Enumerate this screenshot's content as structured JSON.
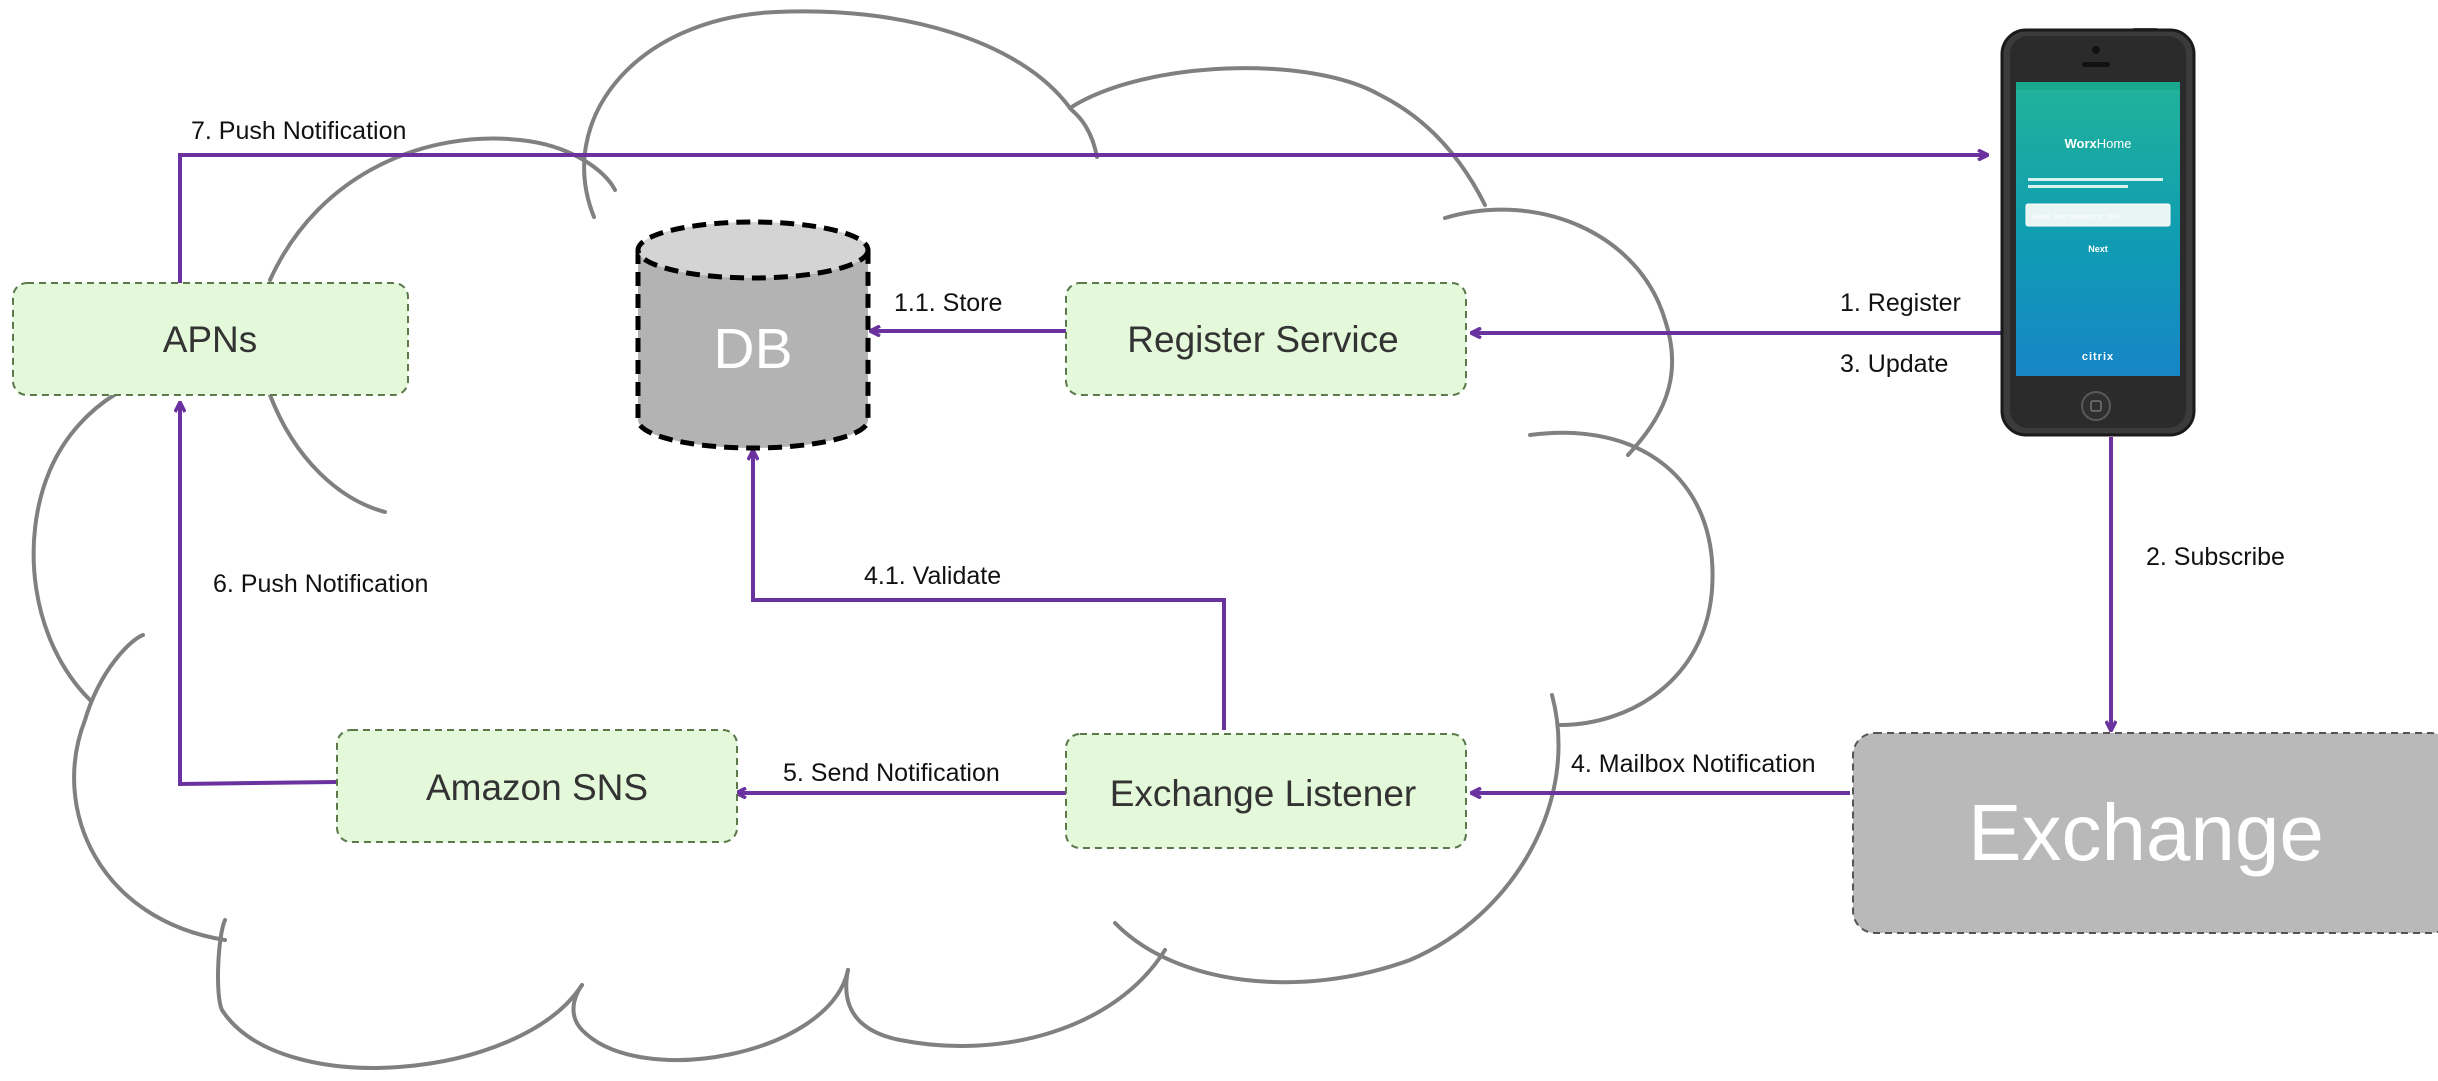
{
  "nodes": {
    "apns": "APNs",
    "db": "DB",
    "register_service": "Register Service",
    "amazon_sns": "Amazon SNS",
    "exchange_listener": "Exchange Listener",
    "exchange": "Exchange"
  },
  "edges": {
    "push7": "7. Push Notification",
    "store": "1.1. Store",
    "register": "1. Register",
    "update": "3. Update",
    "subscribe": "2. Subscribe",
    "push6": "6. Push Notification",
    "validate": "4.1. Validate",
    "send": "5. Send Notification",
    "mailbox": "4. Mailbox Notification"
  },
  "phone": {
    "app_title_bold": "Worx",
    "app_title_light": "Home",
    "email_placeholder": "Email, User address or UPN",
    "next_label": "Next",
    "brand": "citrix"
  },
  "colors": {
    "arrow": "#6a329f",
    "box_fill": "#e4f9da",
    "box_border": "#5b7a4c",
    "cloud_stroke": "#808080",
    "db_fill": "#b3b3b3",
    "exchange_fill": "#b9b9b9"
  }
}
